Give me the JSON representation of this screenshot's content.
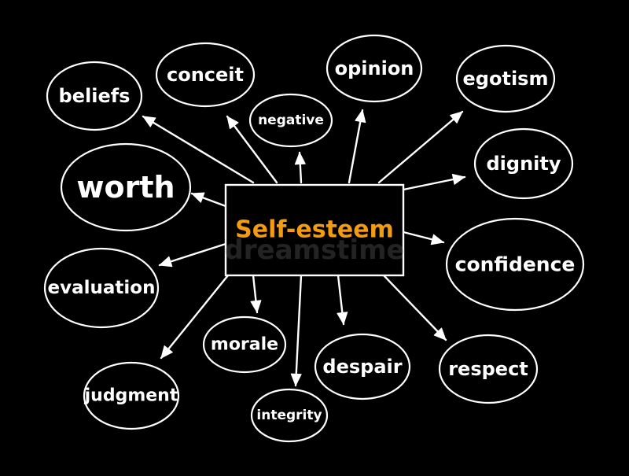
{
  "diagram": {
    "center": {
      "label": "Self-esteem"
    },
    "watermark": "dreamstime",
    "colors": {
      "background": "#000000",
      "lines": "#ffffff",
      "center_text": "#f39c12",
      "node_text": "#ffffff"
    },
    "nodes": [
      {
        "key": "beliefs",
        "label": "beliefs"
      },
      {
        "key": "conceit",
        "label": "conceit"
      },
      {
        "key": "negative",
        "label": "negative"
      },
      {
        "key": "opinion",
        "label": "opinion"
      },
      {
        "key": "egotism",
        "label": "egotism"
      },
      {
        "key": "dignity",
        "label": "dignity"
      },
      {
        "key": "worth",
        "label": "worth"
      },
      {
        "key": "confidence",
        "label": "confidence"
      },
      {
        "key": "evaluation",
        "label": "evaluation"
      },
      {
        "key": "morale",
        "label": "morale"
      },
      {
        "key": "judgment",
        "label": "judgment"
      },
      {
        "key": "integrity",
        "label": "integrity"
      },
      {
        "key": "despair",
        "label": "despair"
      },
      {
        "key": "respect",
        "label": "respect"
      }
    ]
  }
}
